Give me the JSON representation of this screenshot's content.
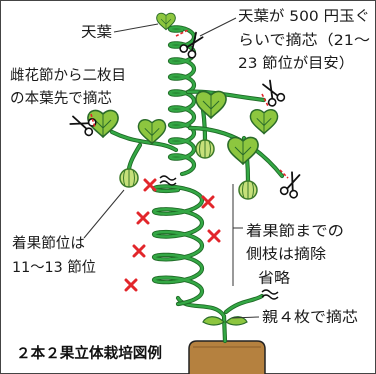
{
  "figure": {
    "title": "２本２果立体栽培図例",
    "labels": {
      "top_leaf": "天葉",
      "top_pinch": [
        "天葉が 500 円玉ぐ",
        "らいで摘芯（21～",
        "23 節位が目安）"
      ],
      "side_pinch": [
        "雌花節から二枚目",
        "の本葉先で摘芯"
      ],
      "fruit_node": [
        "着果節位は",
        "11～13 節位"
      ],
      "side_removal": [
        "着果節までの",
        "側枝は摘除"
      ],
      "omitted": "省略",
      "parent_pinch": "親４枚で摘芯"
    }
  },
  "icons": [
    "scissors-icon",
    "leaf-icon",
    "fruit-icon",
    "remove-x-mark",
    "omission-wave-mark",
    "soil-pot"
  ],
  "colors": {
    "stem": "#34a845",
    "stem_outline": "#1f6b26",
    "leaf_fill": "#8dc63f",
    "fruit_fill": "#c6e07a",
    "remove_mark": "#e2262b",
    "soil": "#b5813f"
  }
}
